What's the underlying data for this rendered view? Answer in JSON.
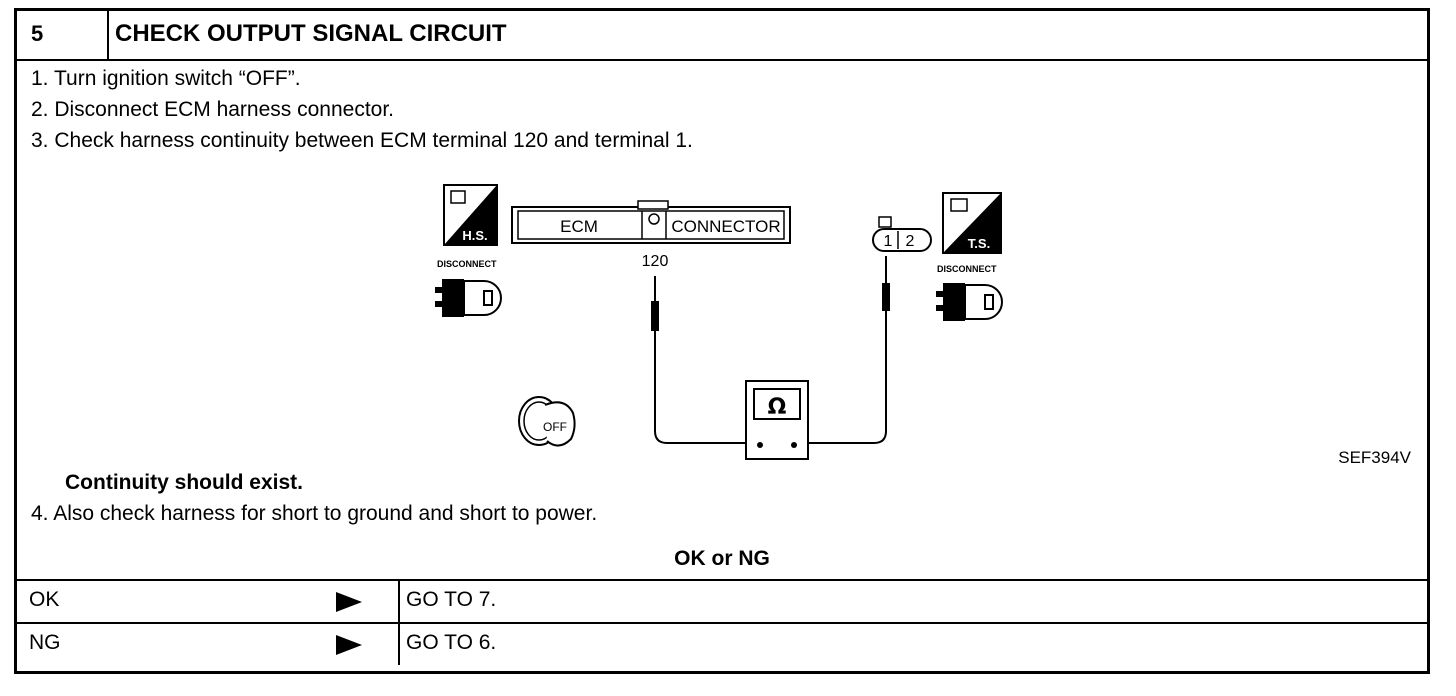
{
  "header": {
    "number": "5",
    "title": "CHECK OUTPUT SIGNAL CIRCUIT"
  },
  "steps": [
    "1.  Turn ignition switch “OFF”.",
    "2.  Disconnect ECM harness connector.",
    "3.  Check harness continuity between ECM terminal 120 and terminal 1."
  ],
  "diagram": {
    "hs_label": "H.S.",
    "ts_label": "T.S.",
    "disconnect_left": "DISCONNECT",
    "disconnect_right": "DISCONNECT",
    "ecm_label": "ECM",
    "connector_label": "CONNECTOR",
    "terminal_120": "120",
    "pin_1": "1",
    "pin_2": "2",
    "ohm_symbol": "Ω",
    "key_label": "OFF",
    "figure_code": "SEF394V"
  },
  "result_note": "Continuity should exist.",
  "step4": "4.  Also check harness for short to ground and short to power.",
  "okng_title": "OK or NG",
  "outcomes": [
    {
      "label": "OK",
      "action": "GO TO 7."
    },
    {
      "label": "NG",
      "action": "GO TO 6."
    }
  ]
}
